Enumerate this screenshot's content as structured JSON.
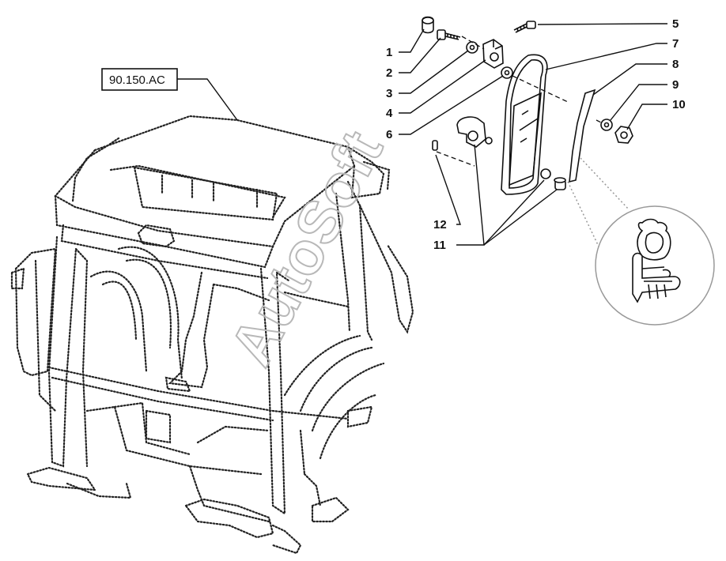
{
  "reference_label": "90.150.AC",
  "watermark": "AutoSoft",
  "callouts": [
    {
      "id": "1",
      "label": "1"
    },
    {
      "id": "2",
      "label": "2"
    },
    {
      "id": "3",
      "label": "3"
    },
    {
      "id": "4",
      "label": "4"
    },
    {
      "id": "5",
      "label": "5"
    },
    {
      "id": "6",
      "label": "6"
    },
    {
      "id": "7",
      "label": "7"
    },
    {
      "id": "8",
      "label": "8"
    },
    {
      "id": "9",
      "label": "9"
    },
    {
      "id": "10",
      "label": "10"
    },
    {
      "id": "11",
      "label": "11"
    },
    {
      "id": "12",
      "label": "12"
    }
  ]
}
